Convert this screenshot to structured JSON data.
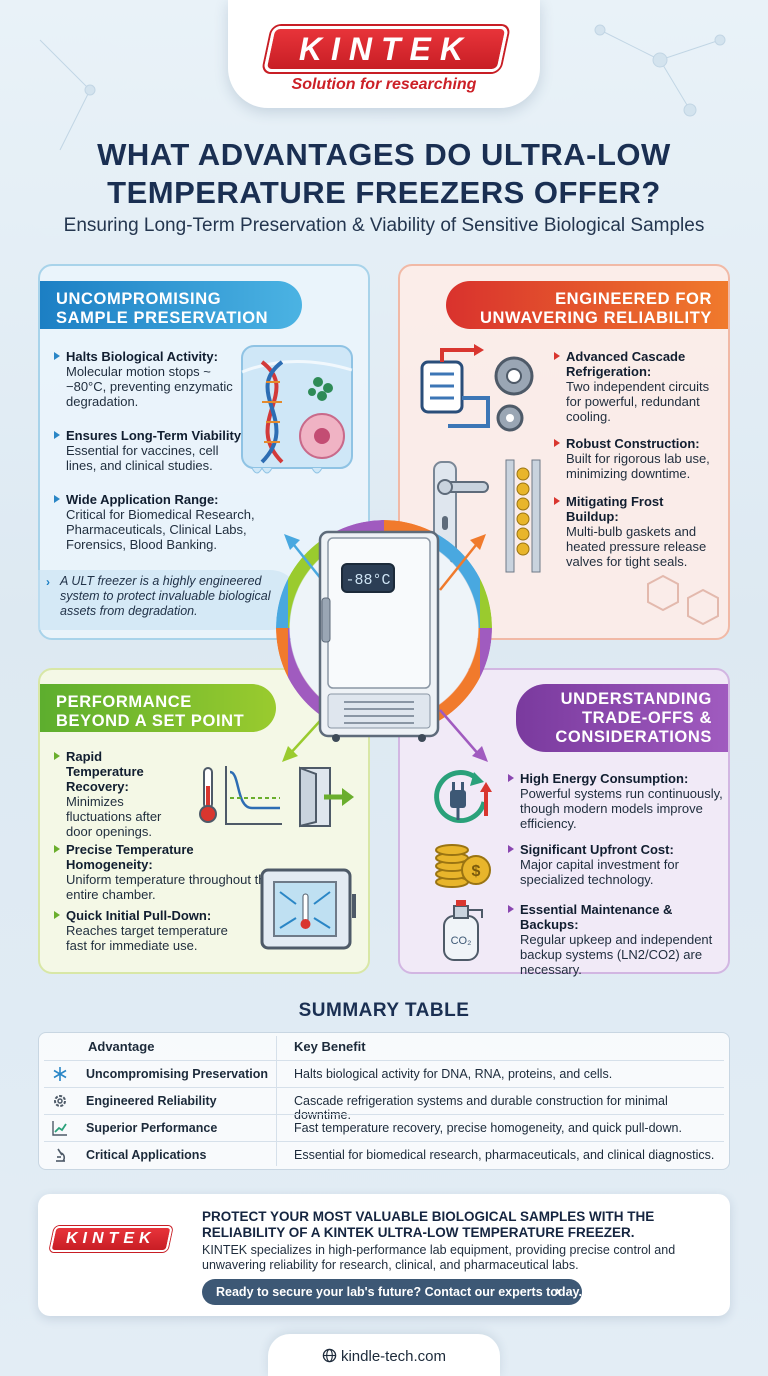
{
  "brand": {
    "name": "KINTEK",
    "tagline": "Solution for researching"
  },
  "title": {
    "line1": "WHAT ADVANTAGES DO ULTRA-LOW",
    "line2": "TEMPERATURE FREEZERS OFFER?"
  },
  "subtitle": "Ensuring Long-Term Preservation & Viability of Sensitive Biological Samples",
  "freezer_display": "-88°C",
  "quadrants": {
    "preservation": {
      "heading_l1": "UNCOMPROMISING",
      "heading_l2": "SAMPLE PRESERVATION",
      "bullets": [
        {
          "title": "Halts Biological Activity:",
          "text": "Molecular motion stops ~ −80°C, preventing enzymatic degradation."
        },
        {
          "title": "Ensures Long-Term Viability:",
          "text": "Essential for vaccines, cell lines, and clinical studies."
        },
        {
          "title": "Wide Application Range:",
          "text": "Critical for Biomedical Research, Pharmaceuticals, Clinical Labs, Forensics, Blood Banking."
        }
      ],
      "note": "A ULT freezer is a highly engineered system to protect invaluable biological assets from degradation."
    },
    "reliability": {
      "heading_l1": "ENGINEERED FOR",
      "heading_l2": "UNWAVERING RELIABILITY",
      "bullets": [
        {
          "title": "Advanced Cascade Refrigeration:",
          "text": "Two independent circuits for powerful, redundant cooling."
        },
        {
          "title": "Robust Construction:",
          "text": "Built for rigorous lab use, minimizing downtime."
        },
        {
          "title": "Mitigating Frost Buildup:",
          "text": "Multi-bulb gaskets and heated pressure release valves for tight seals."
        }
      ]
    },
    "performance": {
      "heading_l1": "PERFORMANCE",
      "heading_l2": "BEYOND A SET POINT",
      "bullets": [
        {
          "title": "Rapid Temperature Recovery:",
          "text": "Minimizes fluctuations after door openings."
        },
        {
          "title": "Precise Temperature Homogeneity:",
          "text": "Uniform temperature throughout the entire chamber."
        },
        {
          "title": "Quick Initial Pull-Down:",
          "text": "Reaches target temperature fast for immediate use."
        }
      ]
    },
    "tradeoffs": {
      "heading_l1": "UNDERSTANDING",
      "heading_l2": "TRADE-OFFS &",
      "heading_l3": "CONSIDERATIONS",
      "bullets": [
        {
          "title": "High Energy Consumption:",
          "text": "Powerful systems run continuously, though modern models improve efficiency."
        },
        {
          "title": "Significant Upfront Cost:",
          "text": "Major capital investment for specialized technology."
        },
        {
          "title": "Essential Maintenance & Backups:",
          "text": "Regular upkeep and independent backup systems (LN2/CO2) are necessary."
        }
      ],
      "co2_label": "CO₂"
    }
  },
  "summary": {
    "title": "SUMMARY TABLE",
    "headers": [
      "Advantage",
      "Key Benefit"
    ],
    "rows": [
      {
        "icon": "snowflake-icon",
        "advantage": "Uncompromising Preservation",
        "benefit": "Halts biological activity for DNA, RNA, proteins, and cells."
      },
      {
        "icon": "gear-icon",
        "advantage": "Engineered Reliability",
        "benefit": "Cascade refrigeration systems and durable construction for minimal downtime."
      },
      {
        "icon": "trend-chart-icon",
        "advantage": "Superior Performance",
        "benefit": "Fast temperature recovery, precise homogeneity, and quick pull-down."
      },
      {
        "icon": "microscope-icon",
        "advantage": "Critical Applications",
        "benefit": "Essential for biomedical research, pharmaceuticals, and clinical diagnostics."
      }
    ]
  },
  "cta": {
    "heading": "PROTECT YOUR MOST VALUABLE BIOLOGICAL SAMPLES WITH THE RELIABILITY OF A KINTEK ULTRA-LOW TEMPERATURE FREEZER.",
    "text": "KINTEK specializes in high-performance lab equipment, providing precise control and unwavering reliability for research, clinical, and pharmaceutical labs.",
    "button": "Ready to secure your lab's future? Contact our experts today."
  },
  "footer": {
    "url": "kindle-tech.com"
  },
  "colors": {
    "brand_red": "#cc2027",
    "blue": "#1c7fc4",
    "orange": "#f07a2c",
    "green": "#6aae2d",
    "purple": "#8a46b0",
    "navy": "#1a2f52"
  }
}
